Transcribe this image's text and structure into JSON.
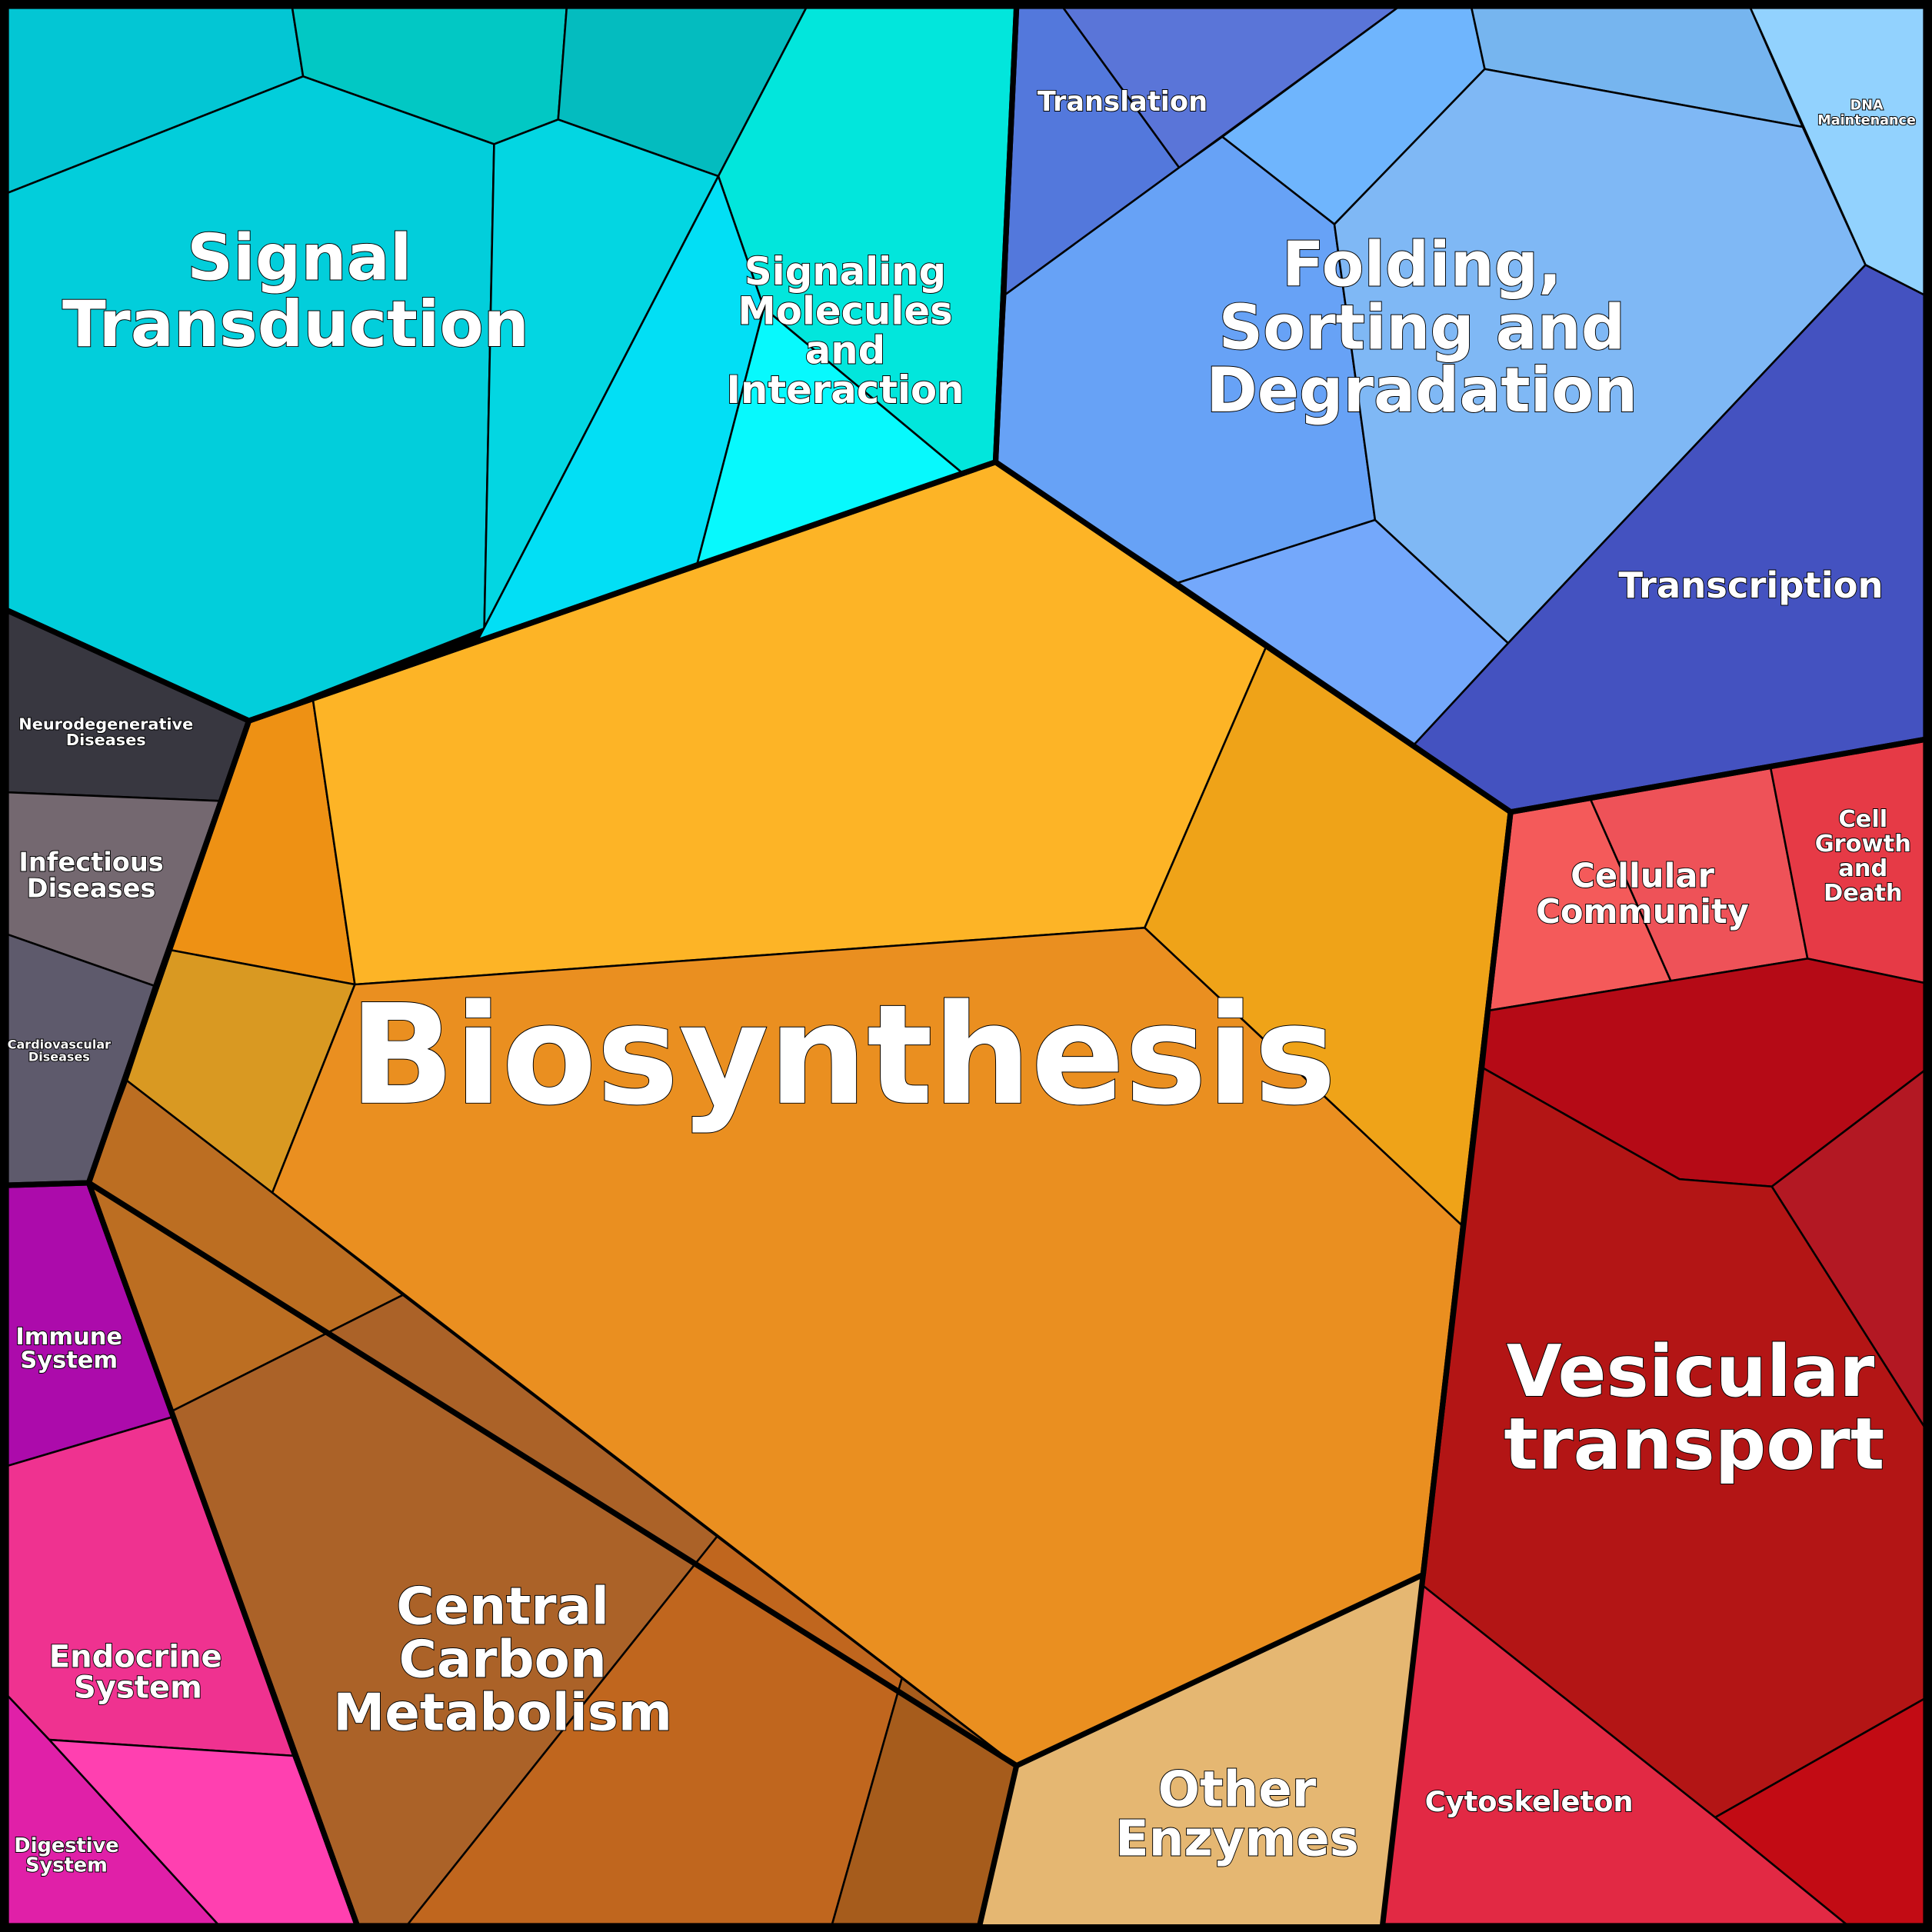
{
  "labels": {
    "signal_transduction": [
      "Signal",
      "Transduction"
    ],
    "signaling_molecules": [
      "Signaling",
      "Molecules",
      "and",
      "Interaction"
    ],
    "translation": "Translation",
    "folding": [
      "Folding,",
      "Sorting and",
      "Degradation"
    ],
    "dna_maintenance": [
      "DNA",
      "Maintenance"
    ],
    "transcription": "Transcription",
    "neurodegenerative": [
      "Neurodegenerative",
      "Diseases"
    ],
    "infectious": [
      "Infectious",
      "Diseases"
    ],
    "cardiovascular": [
      "Cardiovascular",
      "Diseases"
    ],
    "biosynthesis": "Biosynthesis",
    "cellular_community": [
      "Cellular",
      "Community"
    ],
    "cell_growth": [
      "Cell",
      "Growth",
      "and",
      "Death"
    ],
    "vesicular": [
      "Vesicular",
      "transport"
    ],
    "immune": [
      "Immune",
      "System"
    ],
    "endocrine": [
      "Endocrine",
      "System"
    ],
    "digestive": [
      "Digestive",
      "System"
    ],
    "central_carbon": [
      "Central",
      "Carbon",
      "Metabolism"
    ],
    "other_enzymes": [
      "Other",
      "Enzymes"
    ],
    "cytoskeleton": "Cytoskeleton"
  },
  "colors": {
    "signal": "#02cedb",
    "genetic": "#67a2f6",
    "transcription": "#4452c0",
    "biosynthesis": "#ea8f20",
    "vesicular": "#b31515",
    "central_carbon": "#ab6228",
    "other_enzymes": "#e5b772",
    "cytoskeleton": "#e22944"
  }
}
